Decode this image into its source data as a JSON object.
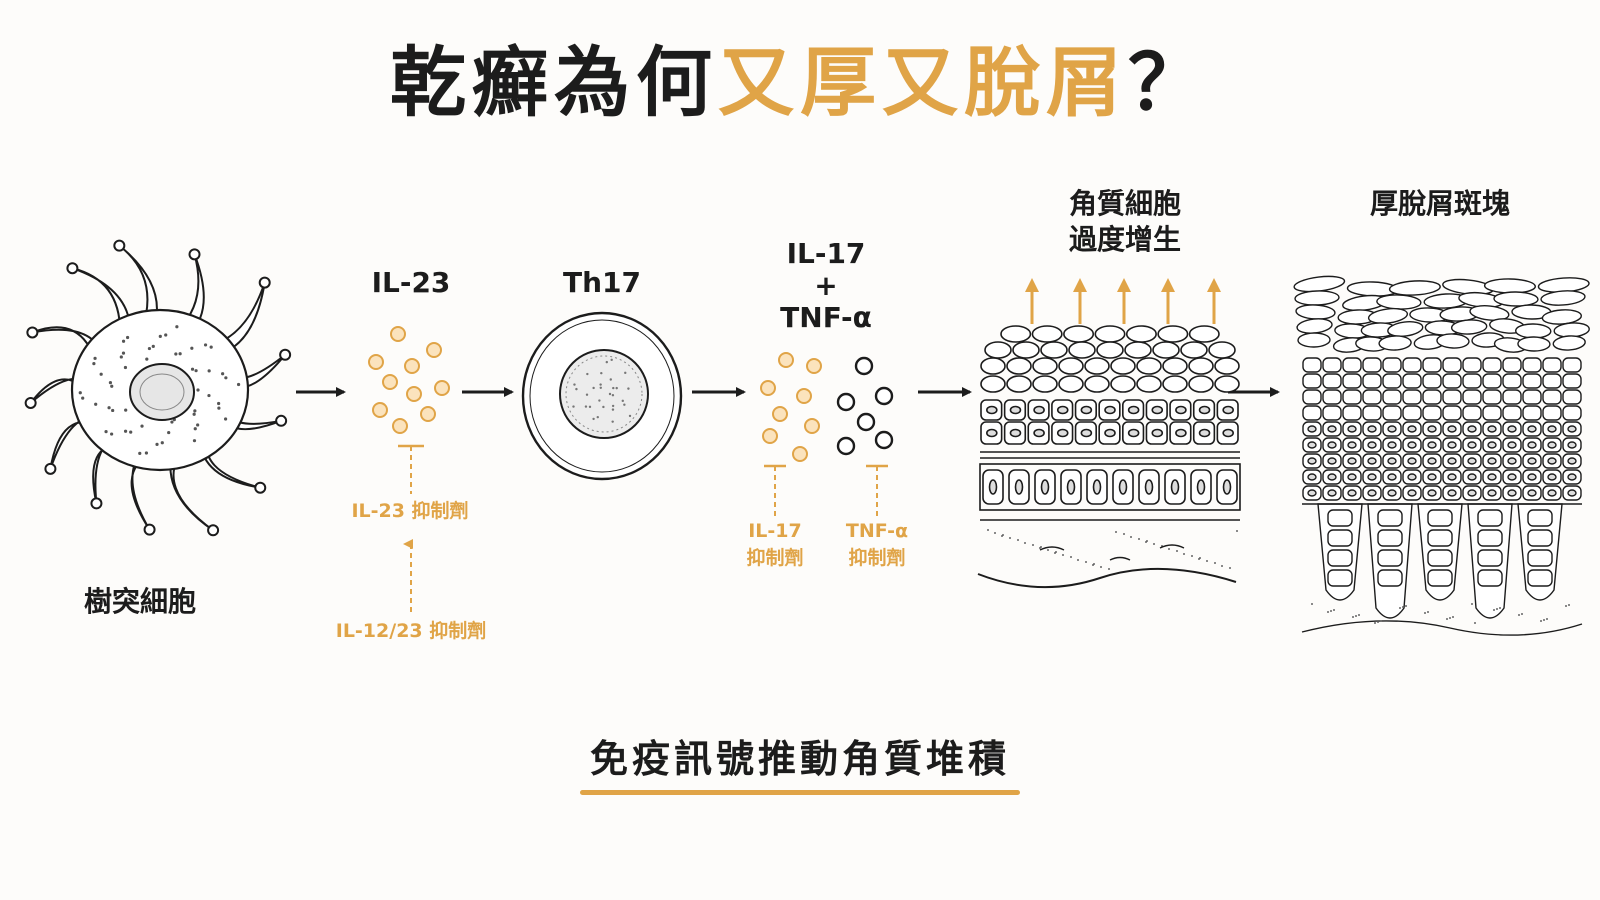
{
  "title": {
    "part_dark": "乾癬為何",
    "part_gold": "又厚又脫屑",
    "question": "？"
  },
  "labels": {
    "dendritic": "樹突細胞",
    "il23": "IL-23",
    "th17": "Th17",
    "il17": "IL-17",
    "plus": "+",
    "tnf": "TNF-α",
    "kerat_line1": "角質細胞",
    "kerat_line2": "過度增生",
    "plaque": "厚脫屑斑塊"
  },
  "inhibitors": {
    "il23_inh": "IL-23 抑制劑",
    "il1223_inh": "IL-12/23 抑制劑",
    "il17_inh_1": "IL-17",
    "il17_inh_2": "抑制劑",
    "tnf_inh_1": "TNF-α",
    "tnf_inh_2": "抑制劑"
  },
  "caption": "免疫訊號推動角質堆積",
  "colors": {
    "accent": "#e0a447",
    "ink": "#1c1c1c",
    "background": "#fdfcfa"
  }
}
